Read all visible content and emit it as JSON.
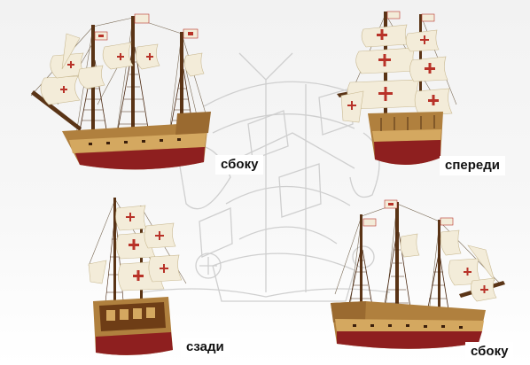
{
  "views": [
    {
      "id": "side-left",
      "label": "сбоку"
    },
    {
      "id": "front",
      "label": "спереди"
    },
    {
      "id": "rear",
      "label": "сзади"
    },
    {
      "id": "side-right",
      "label": "сбоку"
    }
  ],
  "colors": {
    "hull_red": "#8e1f1f",
    "hull_wood": "#b0803e",
    "dark_wood": "#5a3416",
    "sail": "#f3ecd9",
    "cross": "#b83228",
    "background": "#f2f2f2"
  },
  "icon_names": [
    "ship-side-view-image",
    "ship-front-view-image",
    "ship-rear-view-image",
    "ship-side-view-image",
    "ship-sketch-watermark"
  ]
}
